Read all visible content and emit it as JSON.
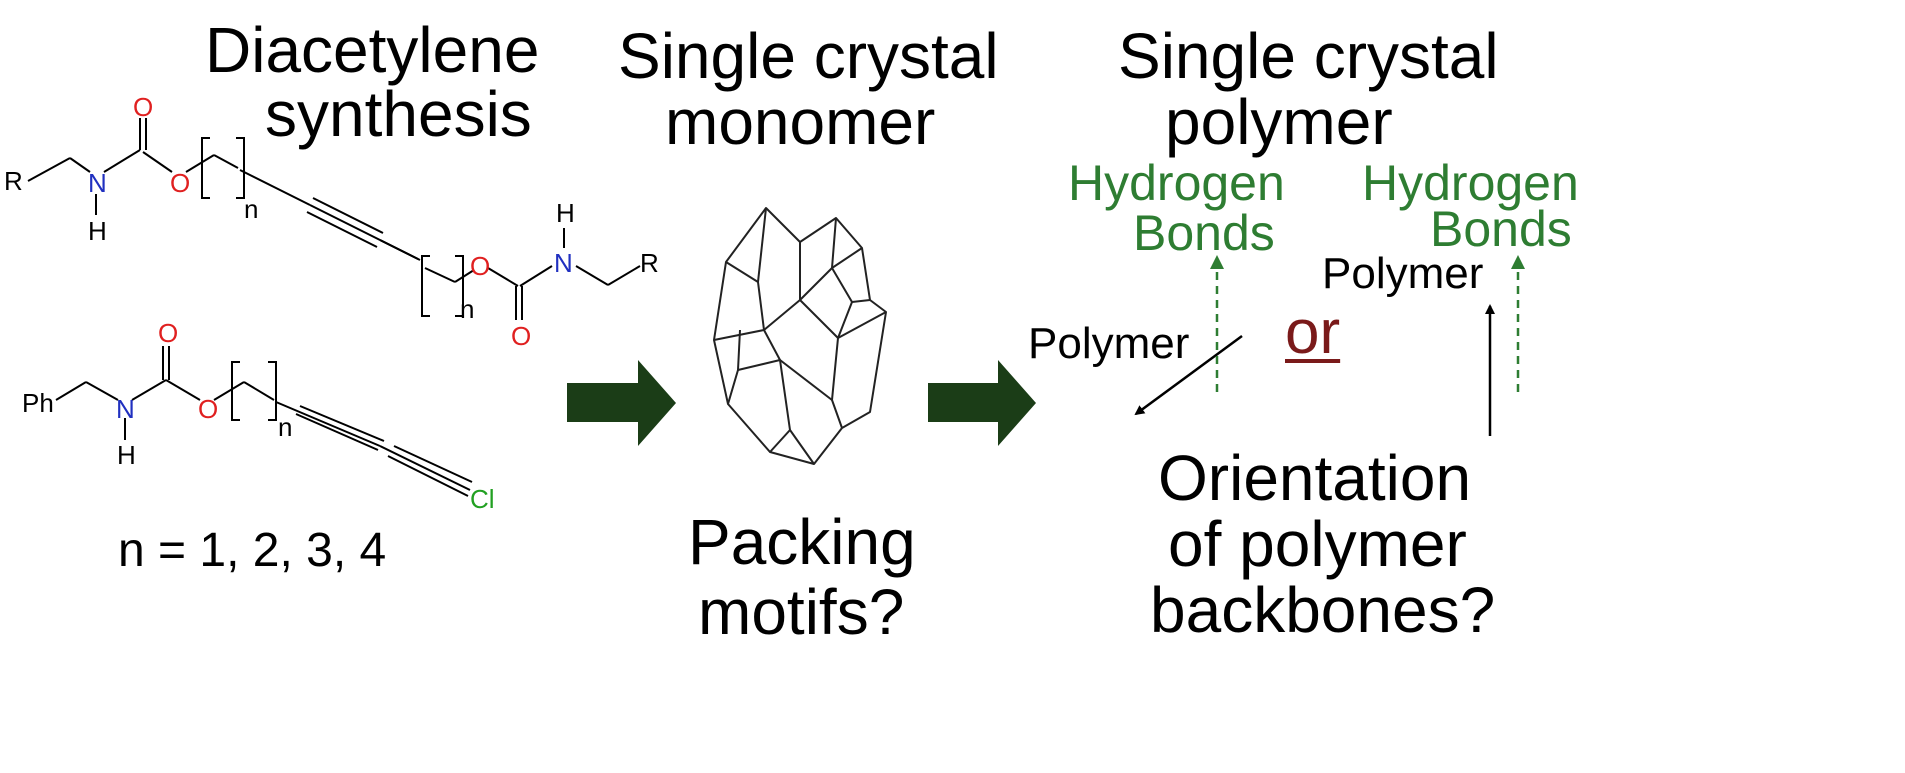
{
  "headings": {
    "col1_line1": "Diacetylene",
    "col1_line2": "synthesis",
    "col2_line1": "Single crystal",
    "col2_line2": "monomer",
    "col3_line1": "Single crystal",
    "col3_line2": "polymer"
  },
  "n_values": "n = 1, 2, 3, 4",
  "packing": {
    "line1": "Packing",
    "line2": "motifs?"
  },
  "orientation": {
    "line1": "Orientation",
    "line2": "of polymer",
    "line3": "backbones?"
  },
  "left_option": {
    "hb_line1": "Hydrogen",
    "hb_line2": "Bonds",
    "polymer": "Polymer"
  },
  "right_option": {
    "hb_line1": "Hydrogen",
    "hb_line2": "Bonds",
    "polymer": "Polymer"
  },
  "or_label": "or",
  "atoms": {
    "O": "O",
    "N": "N",
    "H": "H",
    "R": "R",
    "Ph": "Ph",
    "Cl": "Cl",
    "n": "n"
  },
  "colors": {
    "arrow_fill": "#1b3d17",
    "hydrogen_bond": "#2e7d32",
    "oxygen": "#e02020",
    "nitrogen": "#2030c0",
    "chlorine": "#22a022",
    "or": "#7a1a1a"
  }
}
